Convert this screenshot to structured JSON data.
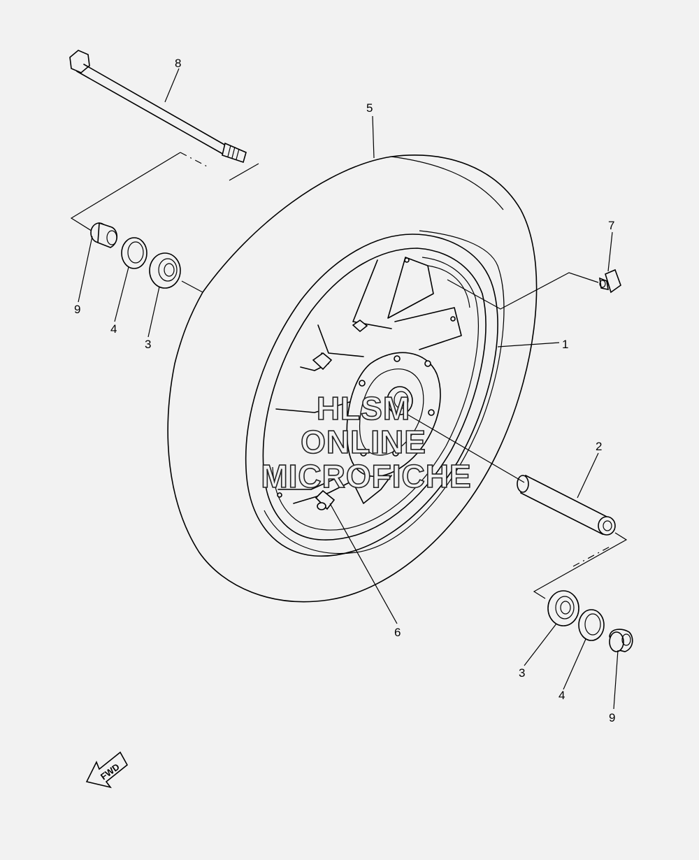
{
  "diagram": {
    "callouts": [
      {
        "id": "c1",
        "text": "1"
      },
      {
        "id": "c2",
        "text": "2"
      },
      {
        "id": "c3a",
        "text": "3"
      },
      {
        "id": "c3b",
        "text": "3"
      },
      {
        "id": "c4a",
        "text": "4"
      },
      {
        "id": "c4b",
        "text": "4"
      },
      {
        "id": "c5",
        "text": "5"
      },
      {
        "id": "c6",
        "text": "6"
      },
      {
        "id": "c7",
        "text": "7"
      },
      {
        "id": "c8",
        "text": "8"
      },
      {
        "id": "c9a",
        "text": "9"
      },
      {
        "id": "c9b",
        "text": "9"
      }
    ],
    "watermark": {
      "line1": "HLSM",
      "line2": "ONLINE",
      "line3": "MICROFICHE"
    },
    "direction_badge": {
      "text": "FWD"
    }
  }
}
